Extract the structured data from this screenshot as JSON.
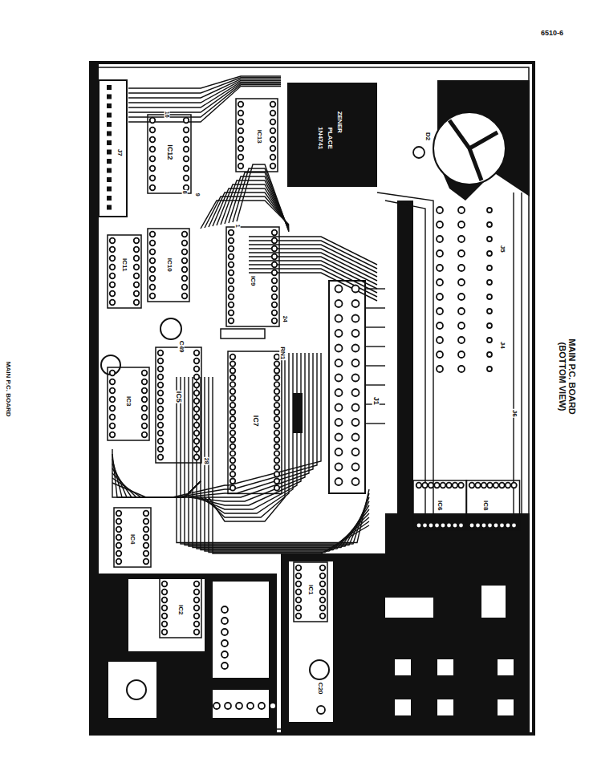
{
  "diagram": {
    "title": "MAIN P.C. BOARD (BOTTOM VIEW)",
    "labels": [
      "6510-6",
      "MAIN P.C. BOARD",
      "IC12",
      "IC13",
      "IC11",
      "IC10",
      "IC9",
      "IC5",
      "IC7",
      "IC3",
      "IC4",
      "IC2",
      "IC1",
      "IC6",
      "IC8",
      "J1",
      "J4",
      "J5",
      "J6",
      "J7",
      "D2",
      "C49",
      "RN1",
      "C20",
      "ZENER",
      "PLACE",
      "1N4741",
      "16",
      "9",
      "24",
      "28",
      "1",
      "8"
    ]
  }
}
